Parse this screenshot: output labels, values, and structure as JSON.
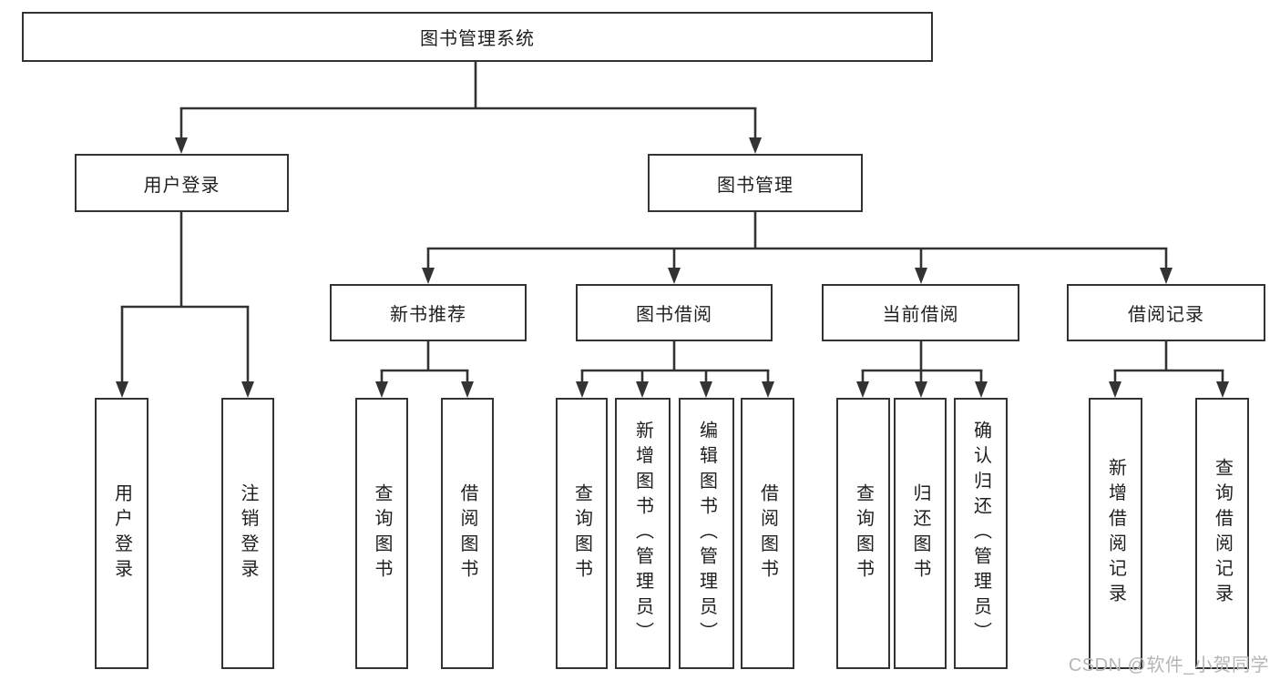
{
  "diagram": {
    "title": "图书管理系统",
    "root": {
      "label": "图书管理系统"
    },
    "level2": [
      {
        "label": "用户登录"
      },
      {
        "label": "图书管理"
      }
    ],
    "level3": [
      {
        "label": "新书推荐"
      },
      {
        "label": "图书借阅"
      },
      {
        "label": "当前借阅"
      },
      {
        "label": "借阅记录"
      }
    ],
    "columns": [
      {
        "label": "用户登录",
        "parent": "用户登录"
      },
      {
        "label": "注销登录",
        "parent": "用户登录"
      },
      {
        "label": "查询图书",
        "parent": "新书推荐"
      },
      {
        "label": "借阅图书",
        "parent": "新书推荐"
      },
      {
        "label": "查询图书",
        "parent": "图书借阅"
      },
      {
        "label": "新增图书（管理员）",
        "parent": "图书借阅"
      },
      {
        "label": "编辑图书（管理员）",
        "parent": "图书借阅"
      },
      {
        "label": "借阅图书",
        "parent": "图书借阅"
      },
      {
        "label": "查询图书",
        "parent": "当前借阅"
      },
      {
        "label": "归还图书",
        "parent": "当前借阅"
      },
      {
        "label": "确认归还（管理员）",
        "parent": "当前借阅"
      },
      {
        "label": "新增借阅记录",
        "parent": "借阅记录"
      },
      {
        "label": "查询借阅记录",
        "parent": "借阅记录"
      }
    ]
  },
  "watermark": {
    "text": "CSDN @软件_小贺同学"
  },
  "colors": {
    "line": "#333333",
    "text": "#1f1f1f",
    "watermark": "#b6b6b6",
    "background": "#ffffff"
  }
}
